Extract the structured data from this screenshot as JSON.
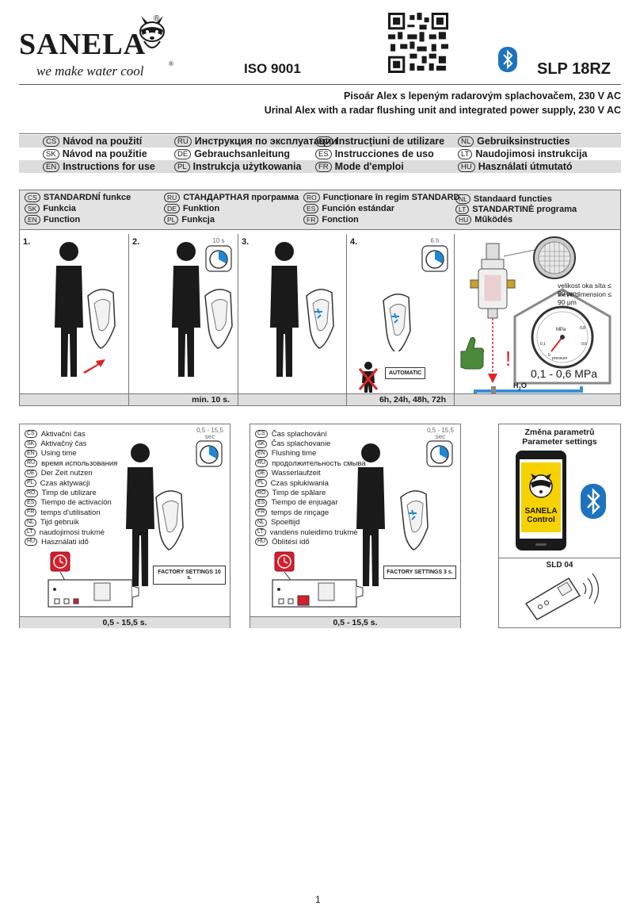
{
  "header": {
    "brand": "SANELA",
    "slogan": "we make water cool",
    "iso": "ISO 9001",
    "model": "SLP 18RZ",
    "title_cs": "Pisoár Alex s lepeným radarovým splachovačem, 230 V AC",
    "title_en": "Urinal Alex with a radar flushing unit and integrated power supply, 230 V AC"
  },
  "instructions": [
    {
      "code": "CS",
      "text": "Návod na použití"
    },
    {
      "code": "RU",
      "text": "Инструкция по эксплуатации"
    },
    {
      "code": "RO",
      "text": "Instrucțiuni de utilizare"
    },
    {
      "code": "NL",
      "text": "Gebruiksinstructies"
    },
    {
      "code": "SK",
      "text": "Návod na použitie"
    },
    {
      "code": "DE",
      "text": "Gebrauchsanleitung"
    },
    {
      "code": "ES",
      "text": "Instrucciones de uso"
    },
    {
      "code": "LT",
      "text": "Naudojimosi instrukcija"
    },
    {
      "code": "EN",
      "text": "Instructions for use"
    },
    {
      "code": "PL",
      "text": "Instrukcja użytkowania"
    },
    {
      "code": "FR",
      "text": "Mode d'emploi"
    },
    {
      "code": "HU",
      "text": "Használati útmutató"
    }
  ],
  "function_header": [
    {
      "code": "CS",
      "text": "STANDARDNÍ funkce"
    },
    {
      "code": "RU",
      "text": "СТАНДАРТНАЯ программа"
    },
    {
      "code": "RO",
      "text": "Funcționare în regim STANDARD"
    },
    {
      "code": "NL",
      "text": "Standaard functies"
    },
    {
      "code": "SK",
      "text": "Funkcia"
    },
    {
      "code": "DE",
      "text": "Funktion"
    },
    {
      "code": "ES",
      "text": "Función estándar"
    },
    {
      "code": "LT",
      "text": "STANDARTINĖ programa"
    },
    {
      "code": "EN",
      "text": "Function"
    },
    {
      "code": "PL",
      "text": "Funkcja"
    },
    {
      "code": "FR",
      "text": "Fonction"
    },
    {
      "code": "HU",
      "text": "Működés"
    }
  ],
  "steps": [
    {
      "num": "1.",
      "timer": "",
      "footer": ""
    },
    {
      "num": "2.",
      "timer": "10 s",
      "footer": "min. 10 s."
    },
    {
      "num": "3.",
      "timer": "",
      "footer": ""
    },
    {
      "num": "4.",
      "timer": "6 h",
      "footer": "6h, 24h, 48h, 72h"
    }
  ],
  "automatic_label": "AUTOMATIC",
  "water": {
    "sieve_cs": "velikost oka síta ≤ 90 µm",
    "sieve_en": "sieve dimension ≤ 90 µm",
    "pressure_range": "0,1 - 0,6 MPa",
    "gauge_unit": "MPa",
    "gauge_label": "pressure",
    "gauge_ticks": [
      "0",
      "0,1",
      "0,6",
      "0,8"
    ],
    "h2o": "H",
    "h2o_sub": "2",
    "h2o_end": "O",
    "warning": "!"
  },
  "activation": {
    "timer": "0,5 - 15,5 sec",
    "factory": "FACTORY SETTINGS 10 s.",
    "footer": "0,5 - 15,5 s.",
    "langs": [
      {
        "code": "CS",
        "text": "Aktivační čas"
      },
      {
        "code": "SK",
        "text": "Aktivačný čas"
      },
      {
        "code": "EN",
        "text": "Using time"
      },
      {
        "code": "RU",
        "text": "время использования"
      },
      {
        "code": "DE",
        "text": "Der Zeit nutzen"
      },
      {
        "code": "PL",
        "text": "Czas aktywacji"
      },
      {
        "code": "RO",
        "text": "Timp de utilizare"
      },
      {
        "code": "ES",
        "text": "Tiempo de activación"
      },
      {
        "code": "FR",
        "text": "temps d'utilisation"
      },
      {
        "code": "NL",
        "text": "Tijd gebruik"
      },
      {
        "code": "LT",
        "text": "naudojimosi trukmė"
      },
      {
        "code": "HU",
        "text": "Használati idő"
      }
    ]
  },
  "flushing": {
    "timer": "0,5 - 15,5 sec",
    "factory": "FACTORY SETTINGS 3 s.",
    "footer": "0,5 - 15,5 s.",
    "langs": [
      {
        "code": "CS",
        "text": "Čas splachování"
      },
      {
        "code": "SK",
        "text": "Čas splachovanie"
      },
      {
        "code": "EN",
        "text": "Flushing time"
      },
      {
        "code": "RU",
        "text": "продолжительность смыва"
      },
      {
        "code": "DE",
        "text": "Wasserlaufzeit"
      },
      {
        "code": "PL",
        "text": "Czas spłukiwania"
      },
      {
        "code": "RO",
        "text": "Timp de spălare"
      },
      {
        "code": "ES",
        "text": "Tiempo de enjuagar"
      },
      {
        "code": "FR",
        "text": "temps de rinçage"
      },
      {
        "code": "NL",
        "text": "Spoeltijd"
      },
      {
        "code": "LT",
        "text": "vandens nuleidimo trukmė"
      },
      {
        "code": "HU",
        "text": "Öblítési idő"
      }
    ]
  },
  "parameter": {
    "title_cs": "Změna parametrů",
    "title_en": "Parameter settings",
    "app_line1": "SANELA",
    "app_line2": "Control",
    "device": "SLD 04"
  },
  "page_number": "1",
  "colors": {
    "timer_blue": "#1e88d6",
    "bluetooth": "#1e73be",
    "button_red": "#d4202c",
    "pipe_blue": "#3a8fd6",
    "arrow_red": "#e02424",
    "green_thumb": "#4a8a3a"
  }
}
